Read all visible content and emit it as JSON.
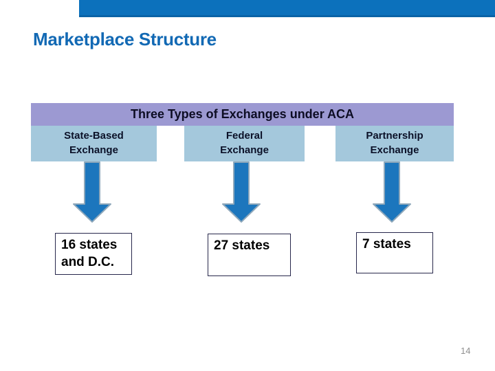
{
  "slide": {
    "title": "Marketplace Structure",
    "page_number": "14"
  },
  "diagram": {
    "banner": "Three Types of Exchanges under ACA",
    "columns": [
      {
        "header": "State-Based\nExchange",
        "result": "16 states\nand D.C."
      },
      {
        "header": "Federal\nExchange",
        "result": "27 states"
      },
      {
        "header": "Partnership\nExchange",
        "result": "7 states"
      }
    ]
  },
  "colors": {
    "top_bar": "#0C71BC",
    "top_bar_edge": "#0A63A6",
    "title": "#1269B4",
    "banner_bg": "#9C99D2",
    "banner_text": "#0D0D24",
    "type_box_bg": "#A4C8DC",
    "type_text": "#0B1128",
    "arrow_fill": "#1C76BD",
    "arrow_outline": "#8FA8BB",
    "result_border": "#26264A",
    "result_text": "#000000",
    "page_number": "#8F8F8F"
  }
}
